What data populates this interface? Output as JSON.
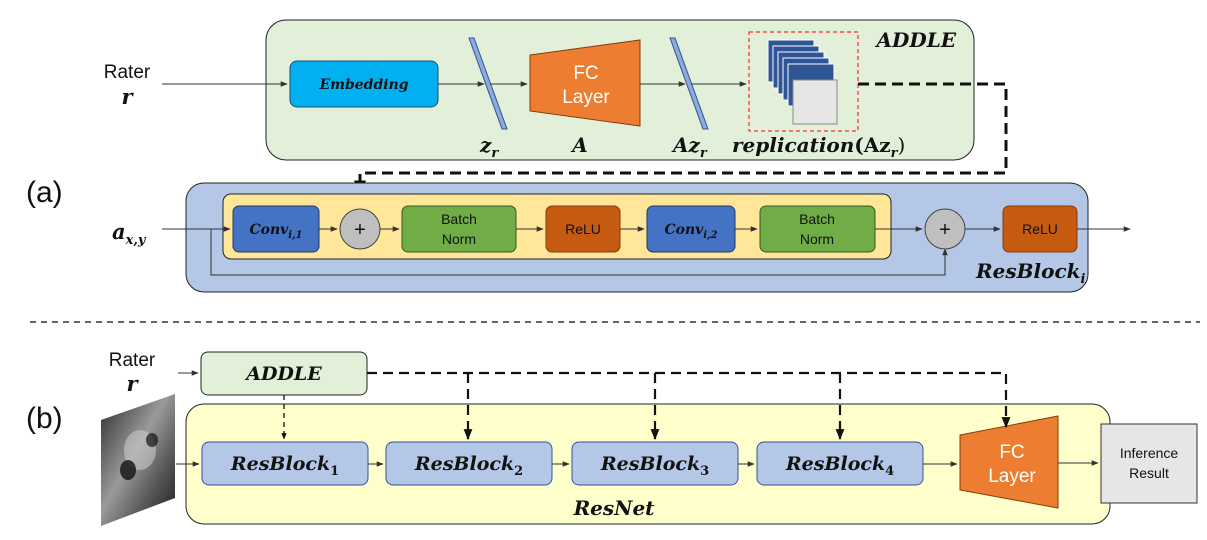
{
  "part_a": {
    "panel_label": "(a)",
    "rater_label": "Rater",
    "rater_symbol": "r",
    "addle_title": "ADDLE",
    "embedding_label": "Embedding",
    "fc_line1": "FC",
    "fc_line2": "Layer",
    "z_label": "z",
    "z_sub": "r",
    "a_label": "A",
    "az_label": "Az",
    "az_sub": "r",
    "replication_label": "replication",
    "replication_arg": "(Az",
    "replication_arg_sub": "r",
    "replication_close": ")",
    "input_label": "a",
    "input_sub": "x,y",
    "conv1_label": "Conv",
    "conv1_sub": "i,1",
    "plus1": "+",
    "bn1_line1": "Batch",
    "bn1_line2": "Norm",
    "relu1_label": "ReLU",
    "conv2_label": "Conv",
    "conv2_sub": "i,2",
    "bn2_line1": "Batch",
    "bn2_line2": "Norm",
    "plus2": "+",
    "relu2_label": "ReLU",
    "resblock_title": "ResBlock",
    "resblock_sub": "i"
  },
  "part_b": {
    "panel_label": "(b)",
    "rater_label": "Rater",
    "rater_symbol": "r",
    "addle_label": "ADDLE",
    "blocks": [
      {
        "label": "ResBlock",
        "sub": "1"
      },
      {
        "label": "ResBlock",
        "sub": "2"
      },
      {
        "label": "ResBlock",
        "sub": "3"
      },
      {
        "label": "ResBlock",
        "sub": "4"
      }
    ],
    "fc_line1": "FC",
    "fc_line2": "Layer",
    "result_line1": "Inference",
    "result_line2": "Result",
    "resnet_label": "ResNet"
  },
  "colors": {
    "addle_bg": "#e2efd9",
    "resblock_bg": "#b4c7e7",
    "inner_bg": "#ffe699",
    "resnet_bg": "#ffffcc",
    "embedding": "#00b0f0",
    "fc_layer": "#ed7d31",
    "conv": "#4472c4",
    "batchnorm": "#70ad47",
    "relu": "#c55a11",
    "plus": "#bfbfbf",
    "resblock_box": "#b4c7e7",
    "result_box": "#e7e6e6",
    "replication_border": "#ff0000"
  }
}
